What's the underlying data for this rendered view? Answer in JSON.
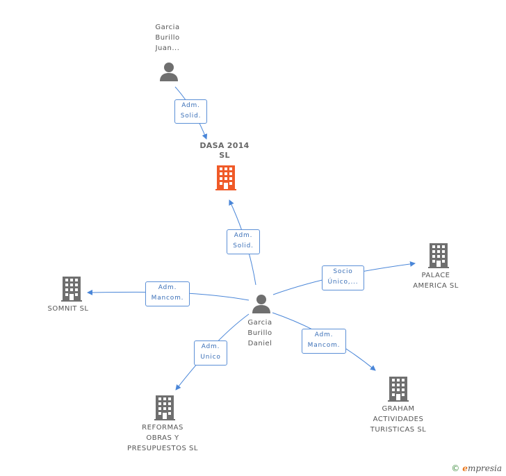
{
  "nodes": {
    "juan": {
      "lines": [
        "Garcia",
        "Burillo",
        "Juan..."
      ],
      "icon": "person-icon"
    },
    "dasa": {
      "lines": [
        "DASA 2014",
        "SL"
      ],
      "icon": "building-icon",
      "color": "#f05a28"
    },
    "daniel": {
      "lines": [
        "Garcia",
        "Burillo",
        "Daniel"
      ],
      "icon": "person-icon"
    },
    "somnit": {
      "lines": [
        "SOMNIT SL"
      ],
      "icon": "building-icon"
    },
    "palace": {
      "lines": [
        "PALACE",
        "AMERICA SL"
      ],
      "icon": "building-icon"
    },
    "reformas": {
      "lines": [
        "REFORMAS",
        "OBRAS Y",
        "PRESUPUESTOS SL"
      ],
      "icon": "building-icon"
    },
    "graham": {
      "lines": [
        "GRAHAM",
        "ACTIVIDADES",
        "TURISTICAS SL"
      ],
      "icon": "building-icon"
    }
  },
  "edges": {
    "juan_dasa": [
      "Adm.",
      "Solid."
    ],
    "daniel_dasa": [
      "Adm.",
      "Solid."
    ],
    "daniel_somnit": [
      "Adm.",
      "Mancom."
    ],
    "daniel_palace": [
      "Socio",
      "Único,..."
    ],
    "daniel_reformas": [
      "Adm.",
      "Unico"
    ],
    "daniel_graham": [
      "Adm.",
      "Mancom."
    ]
  },
  "colors": {
    "edge": "#4a86d8",
    "icon_gray": "#6f6f6f",
    "focus_icon": "#f05a28"
  },
  "footer": {
    "copyright": "©",
    "brand_first": "e",
    "brand_rest": "mpresia"
  }
}
